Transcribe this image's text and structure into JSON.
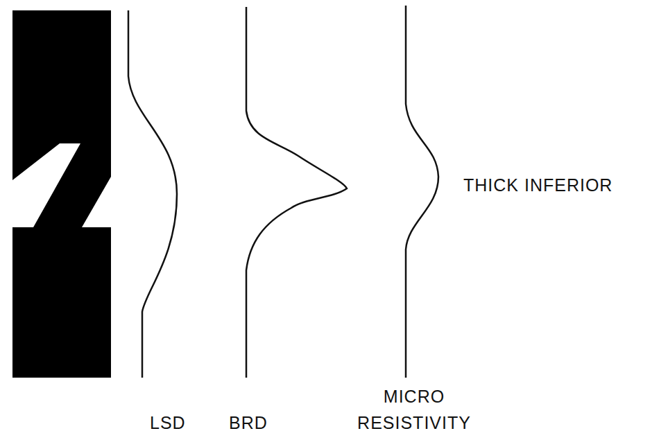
{
  "diagram": {
    "labels": [
      "THICK INFERIOR",
      "LSD",
      "BRD",
      "MICRO RESISTIVITY"
    ]
  }
}
